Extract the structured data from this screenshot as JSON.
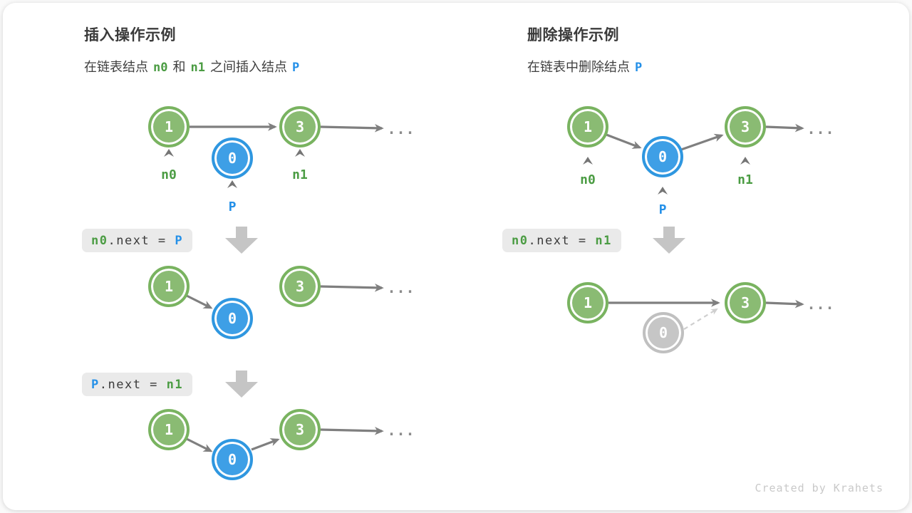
{
  "colors": {
    "node_green_fill": "#8abb73",
    "node_green_border": "#79b360",
    "node_blue_fill": "#3e9fe6",
    "node_blue_border": "#2f97e0",
    "node_gray_fill": "#c6c6c6",
    "arrow_gray": "#7f7f7f",
    "text_green": "#4b9c43",
    "text_blue": "#2490e8",
    "codebox_bg": "#eaeaea"
  },
  "insert_panel": {
    "title": "插入操作示例",
    "subtitle": {
      "part1": "在链表结点",
      "n0": "n0",
      "part2": "和",
      "n1": "n1",
      "part3": "之间插入结点",
      "p": "P"
    },
    "code_step1": {
      "lhs": "n0",
      "mid": ".next = ",
      "rhs": "P"
    },
    "code_step2": {
      "lhs": "P",
      "mid": ".next = ",
      "rhs": "n1"
    }
  },
  "delete_panel": {
    "title": "删除操作示例",
    "subtitle": {
      "part1": "在链表中删除结点",
      "p": "P"
    },
    "code_step1": {
      "lhs": "n0",
      "mid": ".next = ",
      "rhs": "n1"
    }
  },
  "nodes": {
    "first": "1",
    "inserted": "0",
    "third": "3"
  },
  "pointer_labels": {
    "n0": "n0",
    "n1": "n1",
    "p": "P"
  },
  "ellipsis": "...",
  "credit": "Created by Krahets"
}
